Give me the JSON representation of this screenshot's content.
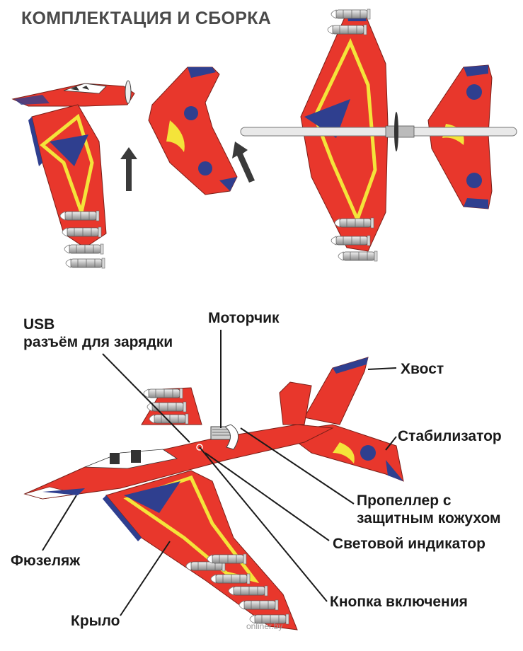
{
  "header": {
    "title": "КОМПЛЕКТАЦИЯ И СБОРКА"
  },
  "labels": {
    "usb_line1": "USB",
    "usb_line2": "разъём для зарядки",
    "motor": "Моторчик",
    "tail": "Хвост",
    "stabilizer": "Стабилизатор",
    "propeller_line1": "Пропеллер с",
    "propeller_line2": "защитным кожухом",
    "indicator": "Световой индикатор",
    "fuselage": "Фюзеляж",
    "power_button": "Кнопка включения",
    "wing": "Крыло"
  },
  "watermark": "onliner.by",
  "colors": {
    "body_red": "#e8372c",
    "stripe_yellow": "#f4e43a",
    "accent_navy": "#2f3f8f",
    "missile_gray": "#c8c8c8",
    "text_dark": "#1a1a1a",
    "title_gray": "#4a4a4a"
  }
}
